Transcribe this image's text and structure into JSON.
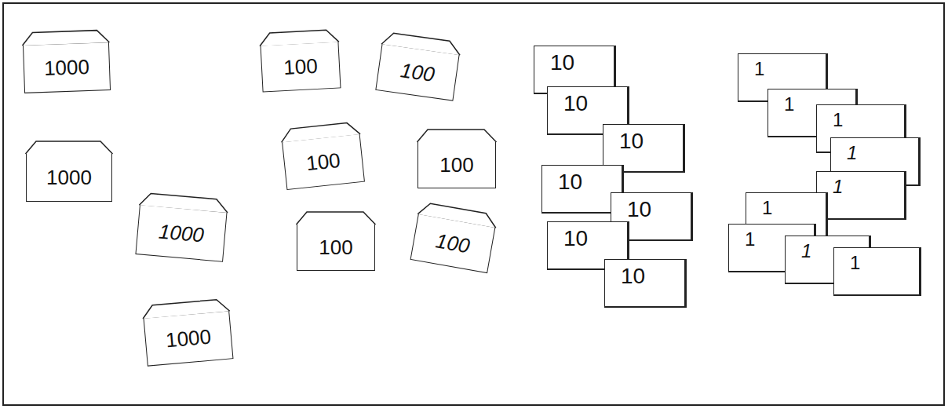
{
  "diagram": {
    "nodes": [
      {
        "text": [
          "1000"
        ]
      },
      {
        "text": [
          "1000"
        ]
      },
      {
        "text": [
          "1000"
        ]
      },
      {
        "text": [
          "1000"
        ]
      },
      {
        "text": [
          "100"
        ]
      },
      {
        "text": [
          "100"
        ]
      },
      {
        "text": [
          "100"
        ]
      },
      {
        "text": [
          "100"
        ]
      },
      {
        "text": [
          "100"
        ]
      },
      {
        "text": [
          "100"
        ]
      },
      {
        "text": [
          "10"
        ]
      },
      {
        "text": [
          "10"
        ]
      },
      {
        "text": [
          "10"
        ]
      },
      {
        "text": [
          "10"
        ]
      },
      {
        "text": [
          "10"
        ]
      },
      {
        "text": [
          "10"
        ]
      },
      {
        "text": [
          "10"
        ]
      },
      {
        "text": [
          "1"
        ]
      },
      {
        "text": [
          "1"
        ]
      },
      {
        "text": [
          "1"
        ]
      },
      {
        "text": [
          "1"
        ]
      },
      {
        "text": [
          "1"
        ]
      },
      {
        "text": [
          "1"
        ]
      },
      {
        "text": [
          "1"
        ]
      },
      {
        "text": [
          "1"
        ]
      },
      {
        "text": [
          "1"
        ]
      }
    ]
  }
}
